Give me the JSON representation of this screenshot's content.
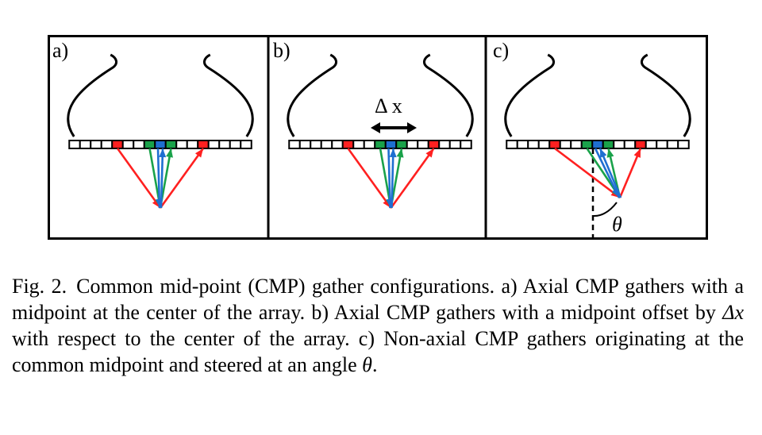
{
  "figure": {
    "panels": [
      {
        "id": "a",
        "label": "a)",
        "offset_elements": 0,
        "steered": false
      },
      {
        "id": "b",
        "label": "b)",
        "offset_elements": 1,
        "steered": false,
        "offset_text": "Δ x"
      },
      {
        "id": "c",
        "label": "c)",
        "offset_elements": 0,
        "steered": true,
        "angle_text": "θ"
      }
    ],
    "element_count": 17,
    "colors": {
      "outer_pair": "#ff2020",
      "inner_pair": "#1aa24a",
      "center": "#1f6fd1",
      "outline": "#000000"
    }
  },
  "caption": {
    "label": "Fig. 2.",
    "part1": "Common mid-point (CMP) gather configurations. a) Axial CMP gathers with a midpoint at the center of the array. b) Axial CMP gathers with a midpoint offset by ",
    "delta_symbol": "Δx",
    "part2": " with respect to the center of the array. c) Non-axial CMP gathers originating at the common midpoint and steered at an angle ",
    "theta_symbol": "θ",
    "part3": "."
  }
}
